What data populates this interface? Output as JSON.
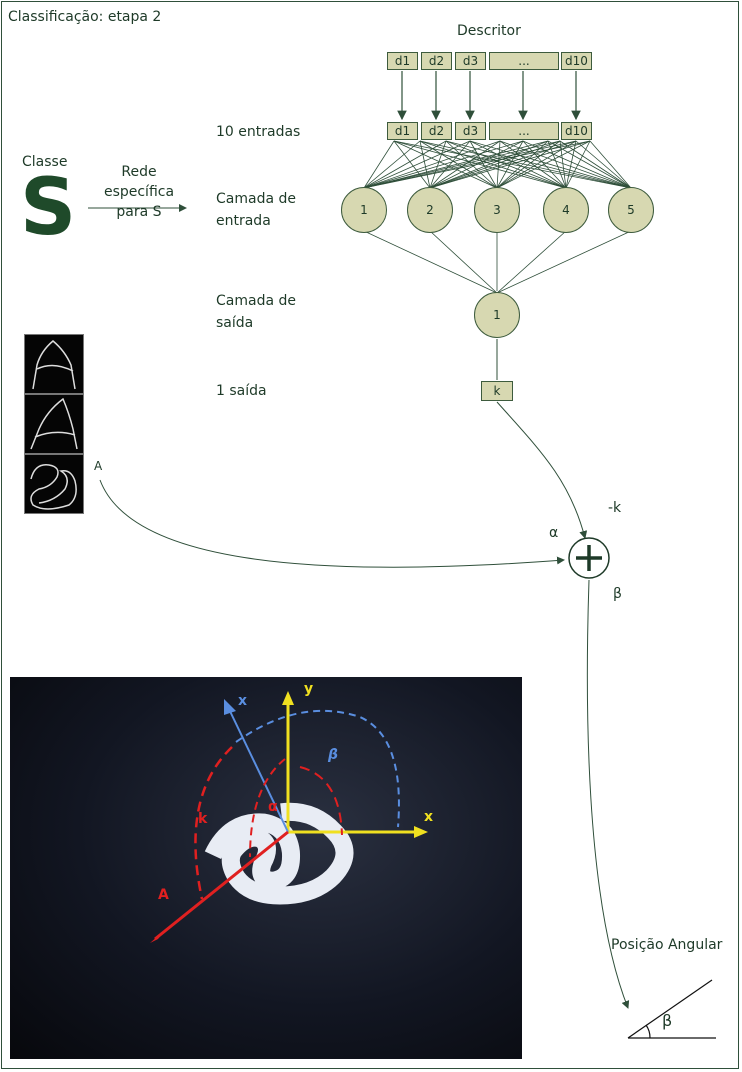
{
  "title": "Classificação: etapa 2",
  "descriptor": {
    "title": "Descritor",
    "inputs": [
      "d1",
      "d2",
      "d3",
      "...",
      "d10"
    ]
  },
  "labels": {
    "inputs_10": "10 entradas",
    "input_layer": "Camada de entrada",
    "output_layer": "Camada de saída",
    "one_output": "1 saída"
  },
  "class": {
    "label": "Classe",
    "letter": "S",
    "network": "Rede específica para S"
  },
  "hidden_nodes": [
    "1",
    "2",
    "3",
    "4",
    "5"
  ],
  "output_node": "1",
  "output_value": "k",
  "sum": {
    "alpha": "α",
    "minus_k": "-k",
    "beta": "β",
    "a_label": "A"
  },
  "photo": {
    "axis_x_blue": "x",
    "axis_y": "y",
    "axis_x_yellow": "x",
    "beta": "β",
    "alpha": "α",
    "k": "k",
    "a": "A"
  },
  "angular": {
    "label": "Posição Angular",
    "beta": "β"
  },
  "colors": {
    "node_fill": "#d7d8b1",
    "line": "#3d5b3d",
    "red": "#e02020",
    "blue": "#5a8ee0",
    "yellow": "#f0e020"
  }
}
